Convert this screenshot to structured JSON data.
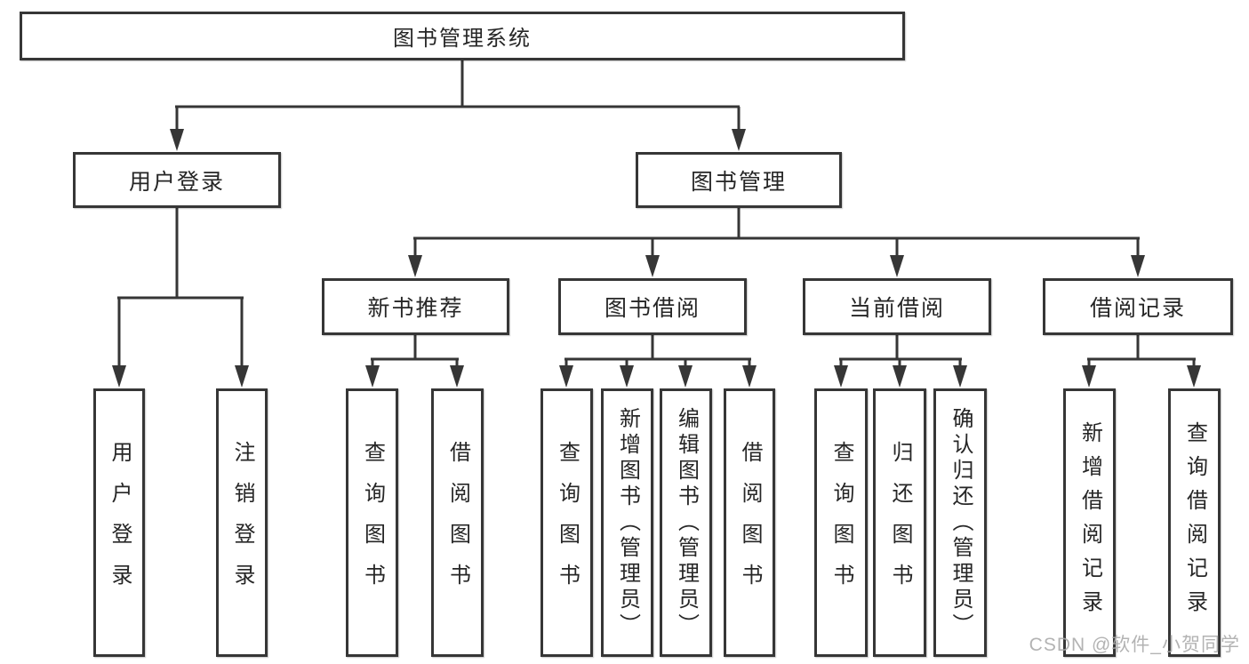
{
  "diagram": {
    "root": {
      "label": "图书管理系统"
    },
    "level2": {
      "user_login": {
        "label": "用户登录"
      },
      "book_management": {
        "label": "图书管理"
      }
    },
    "level3": {
      "new_book_rec": {
        "label": "新书推荐"
      },
      "book_borrow": {
        "label": "图书借阅"
      },
      "current_borrow": {
        "label": "当前借阅"
      },
      "borrow_records": {
        "label": "借阅记录"
      }
    },
    "leaves": {
      "leaf_user_login": {
        "label": "用户登录",
        "parent": "用户登录"
      },
      "leaf_logout": {
        "label": "注销登录",
        "parent": "用户登录"
      },
      "leaf_rec_query": {
        "label": "查询图书",
        "parent": "新书推荐"
      },
      "leaf_rec_borrow": {
        "label": "借阅图书",
        "parent": "新书推荐"
      },
      "leaf_bb_query": {
        "label": "查询图书",
        "parent": "图书借阅"
      },
      "leaf_bb_add": {
        "label": "新增图书（管理员）",
        "parent": "图书借阅"
      },
      "leaf_bb_edit": {
        "label": "编辑图书（管理员）",
        "parent": "图书借阅"
      },
      "leaf_bb_borrow": {
        "label": "借阅图书",
        "parent": "图书借阅"
      },
      "leaf_cb_query": {
        "label": "查询图书",
        "parent": "当前借阅"
      },
      "leaf_cb_return": {
        "label": "归还图书",
        "parent": "当前借阅"
      },
      "leaf_cb_confirm": {
        "label": "确认归还（管理员）",
        "parent": "当前借阅"
      },
      "leaf_br_add": {
        "label": "新增借阅记录",
        "parent": "借阅记录"
      },
      "leaf_br_query": {
        "label": "查询借阅记录",
        "parent": "借阅记录"
      }
    }
  },
  "watermark": {
    "text": "CSDN @软件_小贺同学"
  },
  "colors": {
    "line": "#363636",
    "box_border": "#363636",
    "box_fill": "#ffffff",
    "text": "#262626",
    "watermark": "#a8a8a8",
    "background": "#ffffff"
  }
}
